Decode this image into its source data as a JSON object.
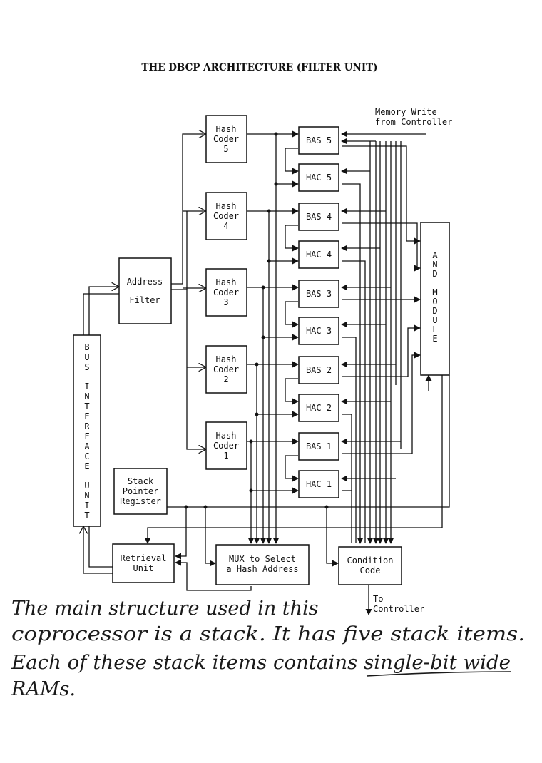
{
  "title": "THE DBCP ARCHITECTURE (FILTER UNIT)",
  "blocks": {
    "bus_interface_unit": [
      "B",
      "U",
      "S",
      "",
      "I",
      "N",
      "T",
      "E",
      "R",
      "F",
      "A",
      "C",
      "E",
      "",
      "U",
      "N",
      "I",
      "T"
    ],
    "address_filter": [
      "Address",
      "Filter"
    ],
    "hash_coders": [
      [
        "Hash",
        "Coder",
        "5"
      ],
      [
        "Hash",
        "Coder",
        "4"
      ],
      [
        "Hash",
        "Coder",
        "3"
      ],
      [
        "Hash",
        "Coder",
        "2"
      ],
      [
        "Hash",
        "Coder",
        "1"
      ]
    ],
    "bas": [
      "BAS 5",
      "BAS 4",
      "BAS 3",
      "BAS 2",
      "BAS 1"
    ],
    "hac": [
      "HAC 5",
      "HAC 4",
      "HAC 3",
      "HAC 2",
      "HAC 1"
    ],
    "and_module": [
      "A",
      "N",
      "D",
      "",
      "M",
      "O",
      "D",
      "U",
      "L",
      "E"
    ],
    "stack_pointer_register": [
      "Stack",
      "Pointer",
      "Register"
    ],
    "retrieval_unit": [
      "Retrieval",
      "Unit"
    ],
    "mux": [
      "MUX to Select",
      "a Hash Address"
    ],
    "condition_code": [
      "Condition",
      "Code"
    ]
  },
  "labels": {
    "memory_write": [
      "Memory Write",
      "from Controller"
    ],
    "to_controller": [
      "To",
      "Controller"
    ]
  },
  "note": {
    "lines": [
      "The main structure used in this",
      "coprocessor is a stack. It has five stack items.",
      "Each of these stack items contains single-bit wide",
      "RAMs."
    ],
    "underlined": "single-bit wide"
  }
}
